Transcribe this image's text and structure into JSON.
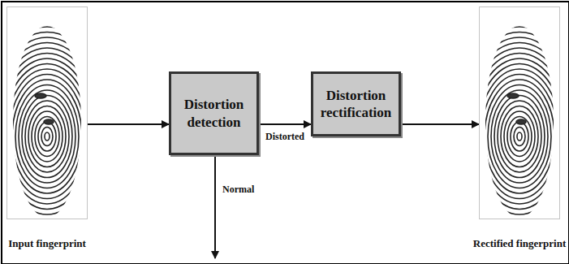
{
  "diagram": {
    "nodes": [
      {
        "text": [
          "Input fingerprint"
        ]
      },
      {
        "text": [
          "Distortion detection"
        ]
      },
      {
        "text": [
          "Distortion rectification"
        ]
      },
      {
        "text": [
          "Rectified fingerprint"
        ]
      }
    ],
    "edges": [
      {
        "from": 0,
        "to": 1,
        "arrow": "to"
      },
      {
        "from": 1,
        "to": 2,
        "label": "Distorted",
        "arrow": "to"
      },
      {
        "from": 2,
        "to": 3,
        "arrow": "to"
      }
    ],
    "labels": [
      "Normal"
    ]
  }
}
